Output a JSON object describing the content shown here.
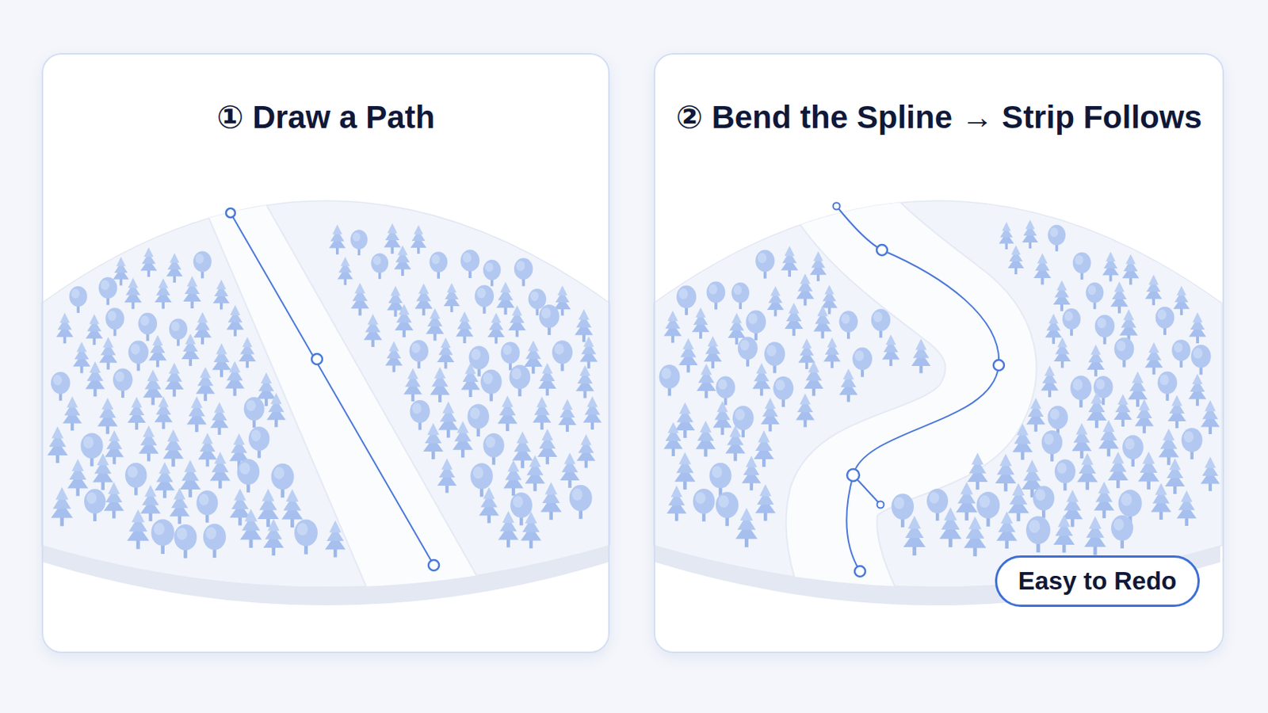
{
  "diagram": {
    "nodes": [
      {
        "text": [
          "① Draw a Path"
        ]
      },
      {
        "text": [
          "② Bend the Spline → Strip Follows"
        ]
      },
      {
        "text": [
          "Easy to Redo"
        ],
        "in": 1
      }
    ]
  }
}
